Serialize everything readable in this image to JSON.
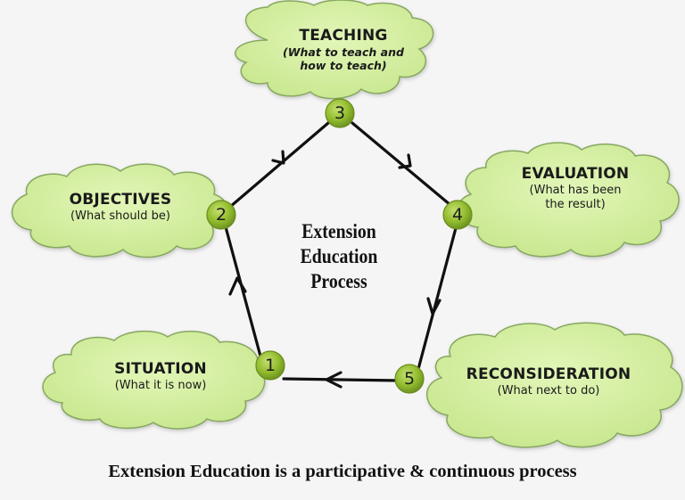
{
  "diagram": {
    "center_title": [
      "Extension",
      "Education",
      "Process"
    ],
    "caption": "Extension Education is a participative & continuous process",
    "colors": {
      "background": "#f6f5f5",
      "cloud_fill": "#d3ef9f",
      "cloud_stroke": "#86a860",
      "node_fill": "#93bd2f",
      "node_stroke": "#6a8c1e",
      "edge": "#111111"
    },
    "steps": [
      {
        "number": "1",
        "title": "SITUATION",
        "subtitle": "(What it is now)"
      },
      {
        "number": "2",
        "title": "OBJECTIVES",
        "subtitle": "(What should be)"
      },
      {
        "number": "3",
        "title": "TEACHING",
        "subtitle_line1": "(What to teach and",
        "subtitle_line2": "how to teach)"
      },
      {
        "number": "4",
        "title": "EVALUATION",
        "subtitle_line1": "(What has been",
        "subtitle_line2": "the result)"
      },
      {
        "number": "5",
        "title": "RECONSIDERATION",
        "subtitle": "(What next to do)"
      }
    ],
    "flow": [
      "1 → 2",
      "2 → 3",
      "3 → 4",
      "4 → 5",
      "5 → 1"
    ]
  }
}
